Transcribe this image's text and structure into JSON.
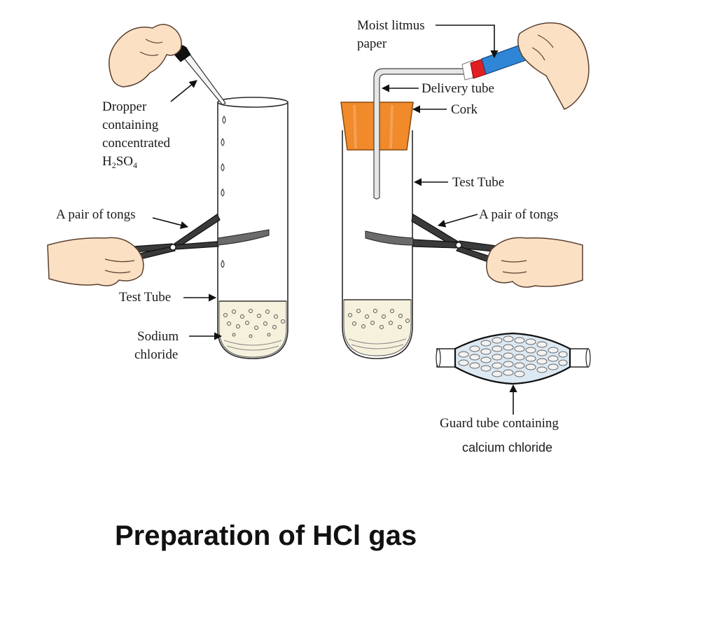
{
  "title": "Preparation of HCl gas",
  "labels": {
    "dropper_line1": "Dropper",
    "dropper_line2": "containing",
    "dropper_line3": "concentrated",
    "dropper_formula_h": "H",
    "dropper_formula_2": "2",
    "dropper_formula_so": "SO",
    "dropper_formula_4": "4",
    "tongs_left": "A pair of tongs",
    "test_tube_left": "Test Tube",
    "sodium_line1": "Sodium",
    "sodium_line2": "chloride",
    "moist_line1": "Moist litmus",
    "moist_line2": "paper",
    "delivery_tube": "Delivery tube",
    "cork": "Cork",
    "test_tube_right": "Test Tube",
    "tongs_right": "A pair of tongs",
    "guard_line1": "Guard tube containing",
    "guard_line2": "calcium chloride"
  },
  "colors": {
    "cork": "#f08a2a",
    "litmus_blue": "#2f86d6",
    "litmus_red": "#e02020",
    "skin": "#fbe0c4",
    "tongs": "#3a3a3a",
    "guard_fill": "#dce8f2"
  }
}
